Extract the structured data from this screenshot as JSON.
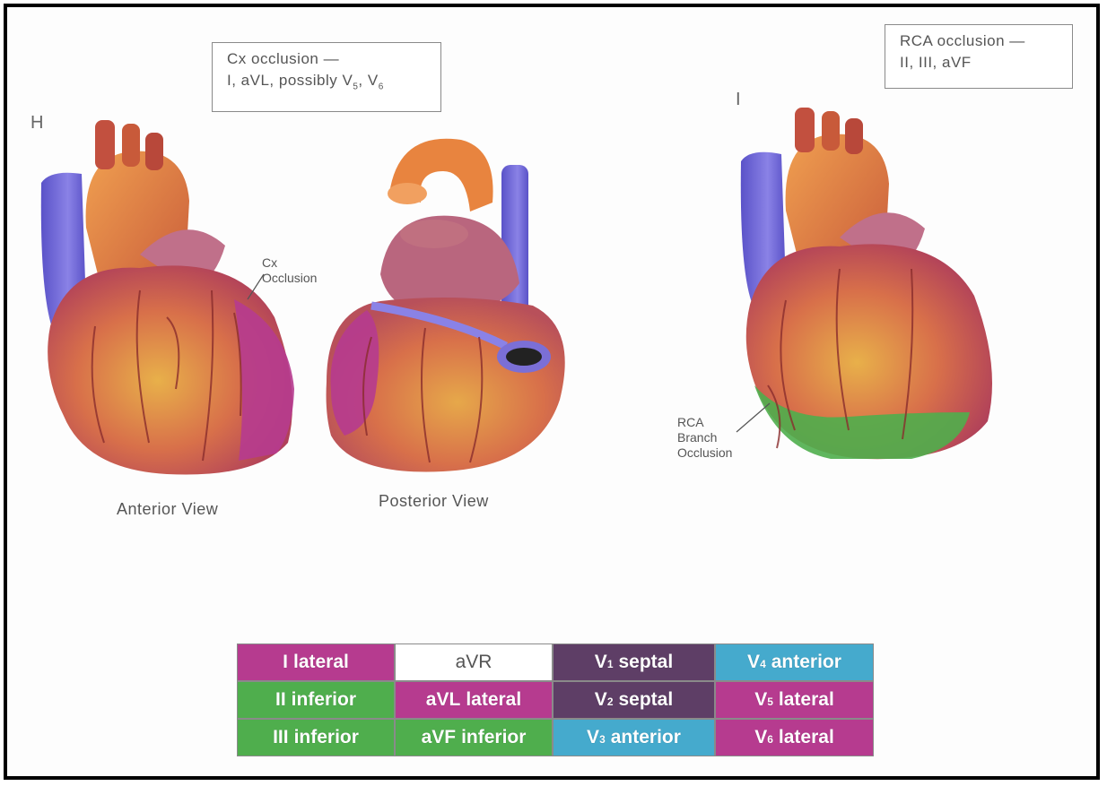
{
  "panel_h": {
    "letter": "H",
    "callout": {
      "line1": "Cx occlusion —",
      "line2_prefix": "I, aVL, possibly V",
      "sub1": "5",
      "sep": ", V",
      "sub2": "6"
    },
    "pointer_label": {
      "line1": "Cx",
      "line2": "Occlusion"
    },
    "captions": {
      "anterior": "Anterior View",
      "posterior": "Posterior View"
    }
  },
  "panel_i": {
    "letter": "I",
    "callout": {
      "line1": "RCA occlusion —",
      "line2": "II, III, aVF"
    },
    "pointer_label": {
      "line1": "RCA",
      "line2": "Branch",
      "line3": "Occlusion"
    }
  },
  "lead_table": [
    {
      "lead": "I",
      "sub": "",
      "region": "lateral",
      "color": "#b63b8f"
    },
    {
      "lead": "aVR",
      "sub": "",
      "region": "",
      "color": "#ffffff"
    },
    {
      "lead": "V",
      "sub": "1",
      "region": "septal",
      "color": "#5e3e66"
    },
    {
      "lead": "V",
      "sub": "4",
      "region": "anterior",
      "color": "#45aacd"
    },
    {
      "lead": "II",
      "sub": "",
      "region": "inferior",
      "color": "#4fae4d"
    },
    {
      "lead": "aVL",
      "sub": "",
      "region": "lateral",
      "color": "#b63b8f"
    },
    {
      "lead": "V",
      "sub": "2",
      "region": "septal",
      "color": "#5e3e66"
    },
    {
      "lead": "V",
      "sub": "5",
      "region": "lateral",
      "color": "#b63b8f"
    },
    {
      "lead": "III",
      "sub": "",
      "region": "inferior",
      "color": "#4fae4d"
    },
    {
      "lead": "aVF",
      "sub": "",
      "region": "inferior",
      "color": "#4fae4d"
    },
    {
      "lead": "V",
      "sub": "3",
      "region": "anterior",
      "color": "#45aacd"
    },
    {
      "lead": "V",
      "sub": "6",
      "region": "lateral",
      "color": "#b63b8f"
    }
  ],
  "colors": {
    "lateral_zone": "#b63b8f",
    "inferior_zone": "#4fae4d",
    "heart_body": "#d9724a",
    "vessel_vein": "#7b6fd6",
    "aorta": "#e0793f"
  }
}
